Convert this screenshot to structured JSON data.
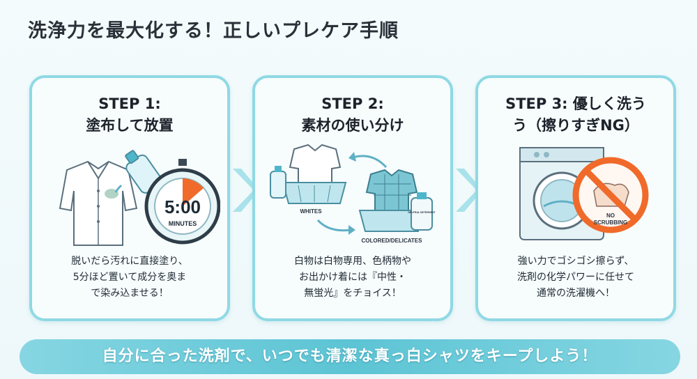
{
  "title": "洗浄力を最大化する！正しいプレケア手順",
  "steps": [
    {
      "heading": "STEP 1:\n塗布して放置",
      "body": "脱いだら汚れに直接塗り、\n5分ほど置いて成分を奥ま\nで染み込ませる！",
      "timer_display": "5:00",
      "timer_unit": "MINUTES"
    },
    {
      "heading": "STEP 2:\n素材の使い分け",
      "body": "白物は白物専用、色柄物や\nお出かけ着には『中性・\n無蛍光』をチョイス！",
      "label_whites": "WHITES",
      "label_colored": "COLORED/DELICATES",
      "label_bottle": "NEUTRAL DETERGENT"
    },
    {
      "heading": "STEP 3: 優しく洗う\nう（擦りすぎNG）",
      "body": "強い力でゴシゴシ擦らず、\n洗剤の化学パワーに任せて\n通常の洗濯機へ！",
      "no_sign_line1": "NO",
      "no_sign_line2": "SCRUBBING"
    }
  ],
  "banner": "自分に合った洗剤で、いつでも清潔な真っ白シャツをキープしよう！",
  "colors": {
    "accent": "#8fd9e4",
    "banner": "#5cc4d4",
    "prohibit": "#f06a2a"
  }
}
